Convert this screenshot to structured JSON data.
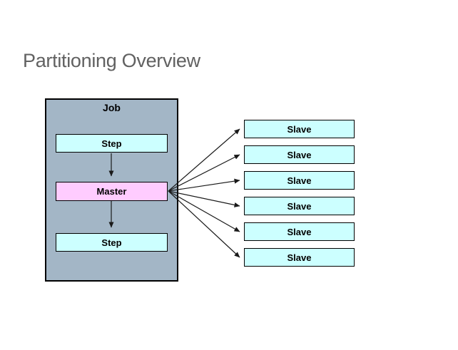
{
  "title": "Partitioning Overview",
  "colors": {
    "title_color": "#616161",
    "job_fill": "#A3B6C6",
    "node_fill_cyan": "#CCFFFF",
    "node_fill_pink": "#FFCCFF",
    "border_color": "#000000",
    "line_color": "#1a1a1a"
  },
  "diagram": {
    "job_label": "Job",
    "step_top_label": "Step",
    "master_label": "Master",
    "step_bottom_label": "Step",
    "slaves": [
      {
        "label": "Slave"
      },
      {
        "label": "Slave"
      },
      {
        "label": "Slave"
      },
      {
        "label": "Slave"
      },
      {
        "label": "Slave"
      },
      {
        "label": "Slave"
      }
    ]
  }
}
